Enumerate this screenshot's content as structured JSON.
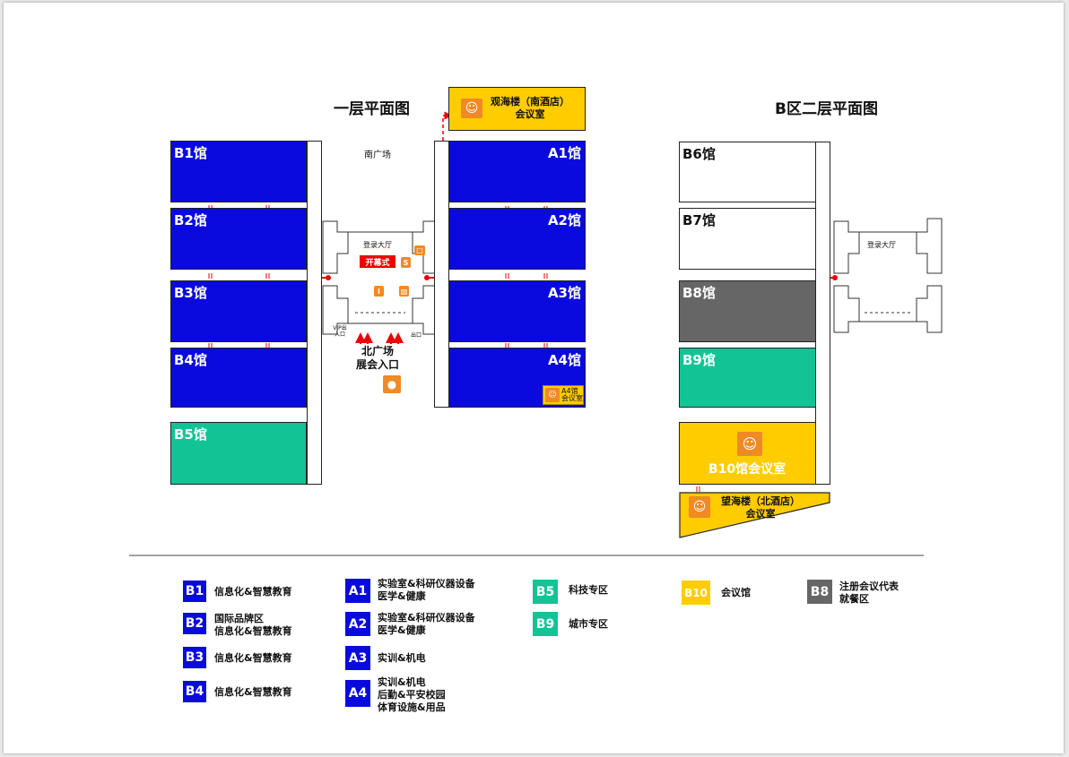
{
  "titles": {
    "floor1": "一层平面图",
    "floor2b": "B区二层平面图"
  },
  "floor1": {
    "halls_left": [
      {
        "code": "B1馆",
        "color": "#0a0adf"
      },
      {
        "code": "B2馆",
        "color": "#0a0adf"
      },
      {
        "code": "B3馆",
        "color": "#0a0adf"
      },
      {
        "code": "B4馆",
        "color": "#0a0adf"
      },
      {
        "code": "B5馆",
        "color": "#12c495"
      }
    ],
    "halls_right": [
      {
        "code": "A1馆",
        "color": "#0a0adf"
      },
      {
        "code": "A2馆",
        "color": "#0a0adf"
      },
      {
        "code": "A3馆",
        "color": "#0a0adf"
      },
      {
        "code": "A4馆",
        "color": "#0a0adf"
      }
    ],
    "south_plaza": "南广场",
    "register_hall": "登录大厅",
    "opening": "开幕式",
    "vip_exit": "VIP出入口",
    "exit": "出口",
    "north_entrance": [
      "北广场",
      "展会入口"
    ],
    "guanhai": [
      "观海楼（南酒店）",
      "会议室"
    ],
    "a4_meeting": [
      "A4馆",
      "会议室"
    ]
  },
  "floor2": {
    "halls": [
      {
        "code": "B6馆",
        "color": "#ffffff"
      },
      {
        "code": "B7馆",
        "color": "#ffffff"
      },
      {
        "code": "B8馆",
        "color": "#666666"
      },
      {
        "code": "B9馆",
        "color": "#12c495"
      }
    ],
    "b10": "B10馆会议室",
    "register_hall": "登录大厅",
    "wanghai": [
      "望海楼（北酒店）",
      "会议室"
    ]
  },
  "legend": [
    {
      "code": "B1",
      "color": "#0a0adf",
      "lines": [
        "信息化&智慧教育"
      ]
    },
    {
      "code": "B2",
      "color": "#0a0adf",
      "lines": [
        "国际品牌区",
        "信息化&智慧教育"
      ]
    },
    {
      "code": "B3",
      "color": "#0a0adf",
      "lines": [
        "信息化&智慧教育"
      ]
    },
    {
      "code": "B4",
      "color": "#0a0adf",
      "lines": [
        "信息化&智慧教育"
      ]
    },
    {
      "code": "A1",
      "color": "#0a0adf",
      "lines": [
        "实验室&科研仪器设备",
        "医学&健康"
      ]
    },
    {
      "code": "A2",
      "color": "#0a0adf",
      "lines": [
        "实验室&科研仪器设备",
        "医学&健康"
      ]
    },
    {
      "code": "A3",
      "color": "#0a0adf",
      "lines": [
        "实训&机电"
      ]
    },
    {
      "code": "A4",
      "color": "#0a0adf",
      "lines": [
        "实训&机电",
        "后勤&平安校园",
        "体育设施&用品"
      ]
    },
    {
      "code": "B5",
      "color": "#12c495",
      "lines": [
        "科技专区"
      ]
    },
    {
      "code": "B9",
      "color": "#12c495",
      "lines": [
        "城市专区"
      ]
    },
    {
      "code": "B10",
      "color": "#ffcc00",
      "lines": [
        "会议馆"
      ]
    },
    {
      "code": "B8",
      "color": "#666666",
      "lines": [
        "注册会议代表",
        "就餐区"
      ]
    }
  ]
}
